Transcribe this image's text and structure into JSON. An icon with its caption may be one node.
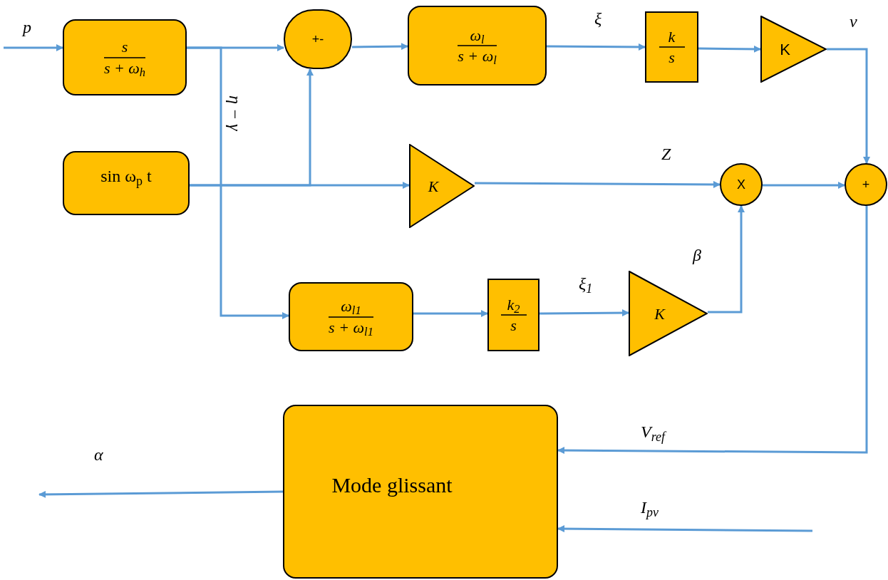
{
  "diagram": {
    "nodes": [
      {
        "text": [
          "s",
          "s + ω$_{h}$"
        ]
      },
      {
        "text": [
          "+-"
        ]
      },
      {
        "text": [
          "ω$_{l}$",
          "s + ω$_{l}$"
        ]
      },
      {
        "text": [
          "k",
          "s"
        ]
      },
      {
        "text": [
          "K"
        ]
      },
      {
        "text": [
          "sin ω$_{p}$ t"
        ]
      },
      {
        "text": [
          "K"
        ]
      },
      {
        "text": [
          "X"
        ]
      },
      {
        "text": [
          "+"
        ]
      },
      {
        "text": [
          "ω$_{l1}$",
          "s + ω$_{l1}$"
        ]
      },
      {
        "text": [
          "k$_{2}$",
          "s"
        ]
      },
      {
        "text": [
          "K"
        ]
      },
      {
        "text": [
          "Mode glissant"
        ]
      }
    ],
    "edges": [
      {
        "from": null,
        "to": 0,
        "arrow": "to",
        "label": "p"
      },
      {
        "from": 0,
        "to": 1,
        "arrow": "to"
      },
      {
        "from": 0,
        "to": 9,
        "arrow": "to",
        "label": "η − γ"
      },
      {
        "from": 1,
        "to": 2,
        "arrow": "to"
      },
      {
        "from": 2,
        "to": 3,
        "arrow": "to",
        "label": "ξ"
      },
      {
        "from": 3,
        "to": 4,
        "arrow": "to"
      },
      {
        "from": 4,
        "to": 8,
        "arrow": "to",
        "label": "v"
      },
      {
        "from": 5,
        "to": 1,
        "arrow": "to"
      },
      {
        "from": 5,
        "to": 6,
        "arrow": "to"
      },
      {
        "from": 6,
        "to": 7,
        "arrow": "to",
        "label": "Z"
      },
      {
        "from": 7,
        "to": 8,
        "arrow": "to"
      },
      {
        "from": 9,
        "to": 10,
        "arrow": "to"
      },
      {
        "from": 10,
        "to": 11,
        "arrow": "to",
        "label": "ξ$_{1}$"
      },
      {
        "from": 11,
        "to": 7,
        "arrow": "to",
        "label": "β"
      },
      {
        "from": 8,
        "to": 12,
        "arrow": "to",
        "label": "V$_{ref}$"
      },
      {
        "from": null,
        "to": 12,
        "arrow": "to",
        "label": "I$_{pv}$"
      },
      {
        "from": 12,
        "to": null,
        "arrow": "to",
        "label": "α"
      }
    ]
  }
}
